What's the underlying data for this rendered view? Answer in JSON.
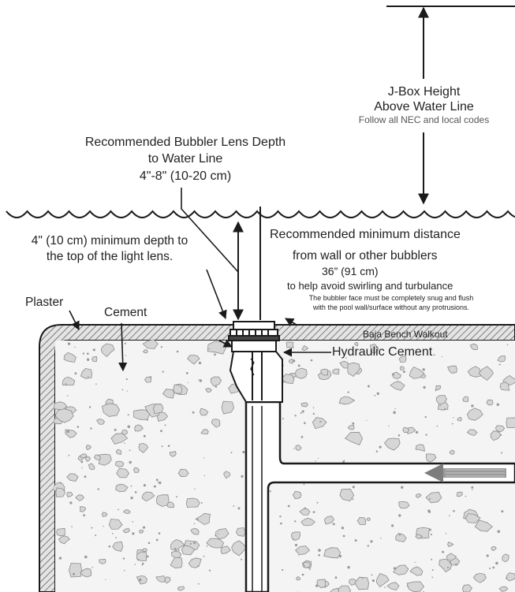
{
  "labels": {
    "jbox_line1": "J-Box Height",
    "jbox_line2": "Above Water Line",
    "jbox_note": "Follow all NEC and local codes",
    "lens_depth_line1": "Recommended Bubbler Lens Depth",
    "lens_depth_line2": "to Water Line",
    "lens_depth_value": "4\"-8\"  (10-20 cm)",
    "min_depth_line1": "4\" (10 cm) minimum depth to",
    "min_depth_line2": "the top of the light lens.",
    "min_dist_line1": "Recommended minimum distance",
    "min_dist_line2a": "from wall or ",
    "min_dist_line2b": "other bubblers",
    "min_dist_value": "36” (91 cm)",
    "min_dist_note": "to help avoid swirling and turbulance",
    "flush_line1": "The bubbler face must be completely snug and flush",
    "flush_line2": "with the pool wall/surface without any protrusions.",
    "plaster": "Plaster",
    "cement": "Cement",
    "baja": "Baja Bench Walkout",
    "hydraulic": "Hydraulic Cement"
  },
  "colors": {
    "line": "#1a1a1a",
    "plaster_fill": "#d9d9d9",
    "cement_fill": "#f3f3f3",
    "pebble_fill": "#cfcfcf",
    "flow_arrow": "#8a8a8a"
  }
}
